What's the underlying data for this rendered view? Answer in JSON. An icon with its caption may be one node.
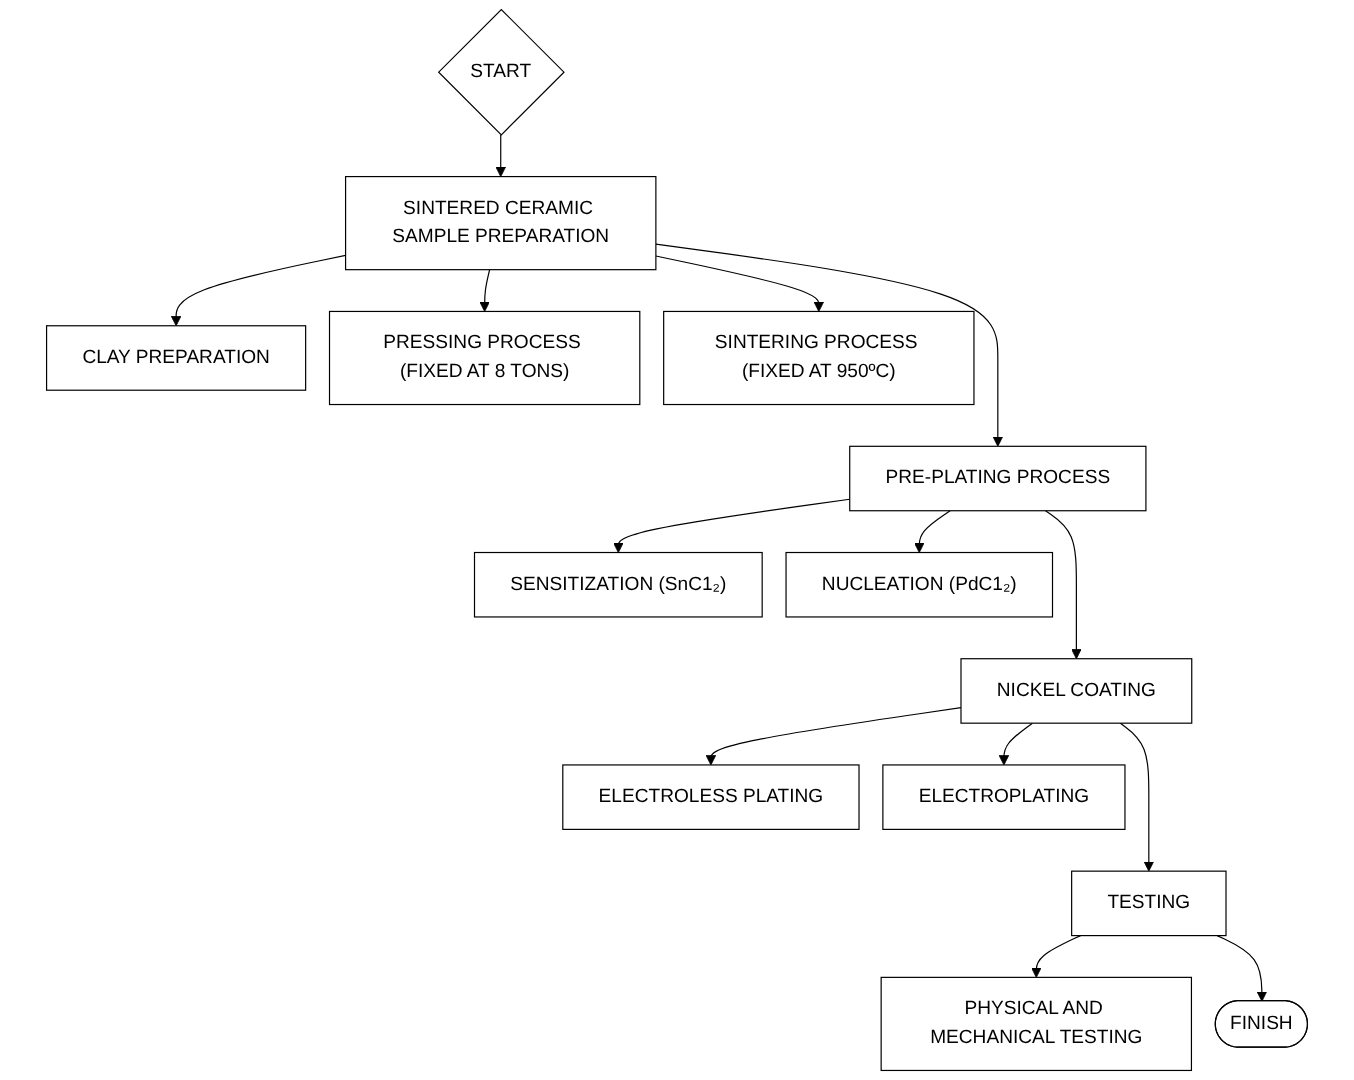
{
  "diagram": {
    "nodes": [
      {
        "text": [
          "START"
        ]
      },
      {
        "text": [
          "CLAY PREPARATION"
        ]
      },
      {
        "text": [
          "SINTERED CERAMIC SAMPLE PREPARATION"
        ]
      },
      {
        "text": [
          "PRESSING PROCESS (FIXED AT 8 TONS)"
        ]
      },
      {
        "text": [
          "SINTERING PROCESS (FIXED AT 950ºC)"
        ]
      },
      {
        "text": [
          "PRE-PLATING PROCESS"
        ]
      },
      {
        "text": [
          "SENSITIZATION (SnC1₂)"
        ]
      },
      {
        "text": [
          "NUCLEATION (PdC1₂)"
        ]
      },
      {
        "text": [
          "NICKEL COATING"
        ]
      },
      {
        "text": [
          "ELECTROLESS PLATING"
        ]
      },
      {
        "text": [
          "ELECTROPLATING"
        ]
      },
      {
        "text": [
          "TESTING"
        ]
      },
      {
        "text": [
          "PHYSICAL AND MECHANICAL TESTING"
        ]
      },
      {
        "text": [
          "FINISH"
        ]
      }
    ],
    "edges": [
      {
        "from": 0,
        "to": 2,
        "arrow": "to"
      },
      {
        "from": 2,
        "to": 1,
        "arrow": "to"
      },
      {
        "from": 2,
        "to": 3,
        "arrow": "to"
      },
      {
        "from": 2,
        "to": 4,
        "arrow": "to"
      },
      {
        "from": 2,
        "to": 5,
        "arrow": "to"
      },
      {
        "from": 5,
        "to": 6,
        "arrow": "to"
      },
      {
        "from": 5,
        "to": 7,
        "arrow": "to"
      },
      {
        "from": 5,
        "to": 8,
        "arrow": "to"
      },
      {
        "from": 8,
        "to": 9,
        "arrow": "to"
      },
      {
        "from": 8,
        "to": 10,
        "arrow": "to"
      },
      {
        "from": 8,
        "to": 11,
        "arrow": "to"
      },
      {
        "from": 11,
        "to": 12,
        "arrow": "to"
      },
      {
        "from": 11,
        "to": 13,
        "arrow": "to"
      }
    ]
  }
}
